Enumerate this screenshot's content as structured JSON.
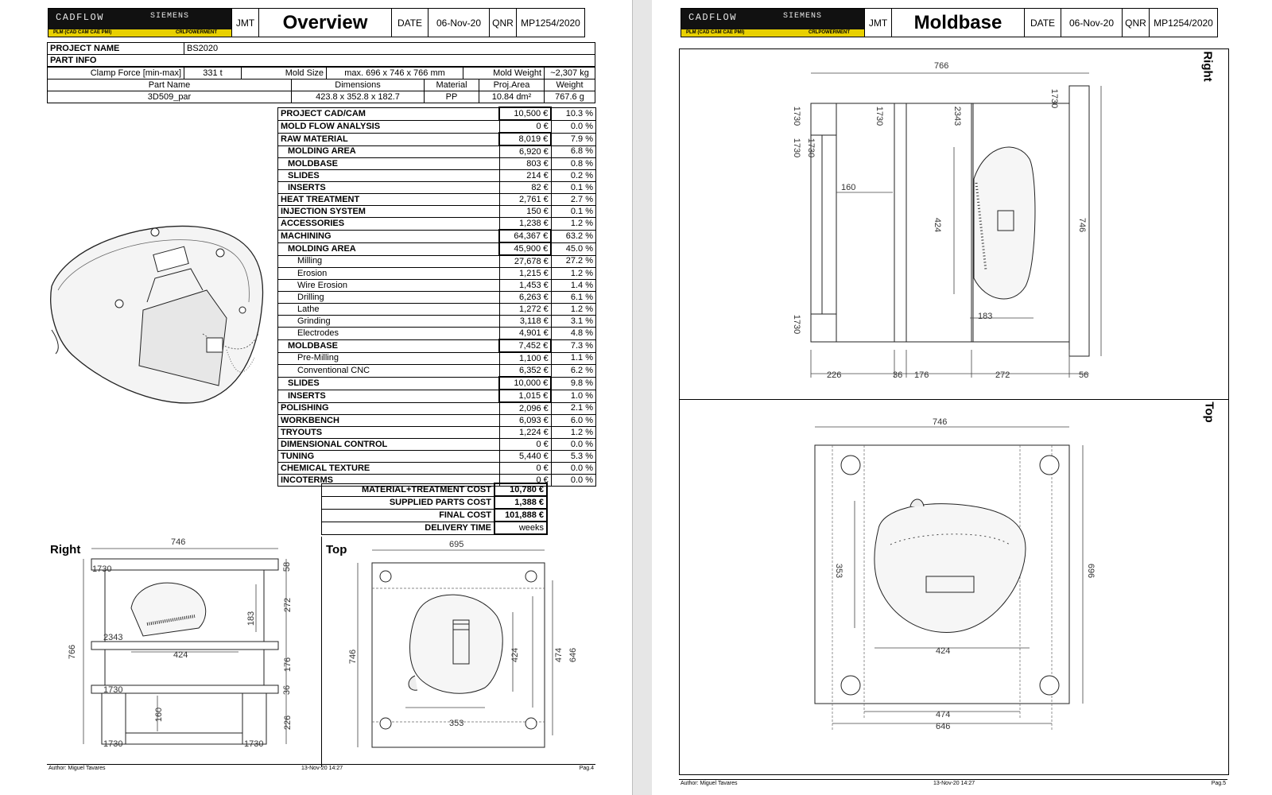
{
  "header_logo": {
    "brand": "CADFLOW",
    "partner": "SIEMENS",
    "tagline": "PLM (CAD CAM CAE PMI)",
    "tagline_right": "CRLPOWERMENT"
  },
  "left_header": {
    "company": "JMT",
    "title": "Overview",
    "date_label": "DATE",
    "date": "06-Nov-20",
    "qnr_label": "QNR",
    "qnr": "MP1254/2020"
  },
  "right_header": {
    "company": "JMT",
    "title": "Moldbase",
    "date_label": "DATE",
    "date": "06-Nov-20",
    "qnr_label": "QNR",
    "qnr": "MP1254/2020"
  },
  "project": {
    "name_label": "PROJECT NAME",
    "name": "BS2020",
    "part_info_label": "PART INFO"
  },
  "specs": {
    "clamp_label": "Clamp Force [min-max]",
    "clamp": "331 t",
    "mold_size_label": "Mold Size",
    "mold_size": "max. 696 x 746 x 766 mm",
    "mold_weight_label": "Mold Weight",
    "mold_weight": "~2,307 kg"
  },
  "part_table": {
    "headers": [
      "Part Name",
      "Dimensions",
      "Material",
      "Proj.Area",
      "Weight"
    ],
    "row": [
      "3D509_par",
      "423.8 x 352.8 x 182.7",
      "PP",
      "10.84 dm²",
      "767.6 g"
    ]
  },
  "cost_items": [
    {
      "name": "PROJECT CAD/CAM",
      "value": "10,500 €",
      "pct": "10.3 %",
      "level": "main",
      "boxed": true
    },
    {
      "name": "MOLD FLOW ANALYSIS",
      "value": "0 €",
      "pct": "0.0 %",
      "level": "main",
      "boxed": false
    },
    {
      "name": "RAW MATERIAL",
      "value": "8,019 €",
      "pct": "7.9 %",
      "level": "main",
      "boxed": true
    },
    {
      "name": "MOLDING AREA",
      "value": "6,920 €",
      "pct": "6.8 %",
      "level": "sub1",
      "boxed": false
    },
    {
      "name": "MOLDBASE",
      "value": "803 €",
      "pct": "0.8 %",
      "level": "sub1",
      "boxed": false
    },
    {
      "name": "SLIDES",
      "value": "214 €",
      "pct": "0.2 %",
      "level": "sub1",
      "boxed": false
    },
    {
      "name": "INSERTS",
      "value": "82 €",
      "pct": "0.1 %",
      "level": "sub1",
      "boxed": false
    },
    {
      "name": "HEAT TREATMENT",
      "value": "2,761 €",
      "pct": "2.7 %",
      "level": "main",
      "boxed": false
    },
    {
      "name": "INJECTION SYSTEM",
      "value": "150 €",
      "pct": "0.1 %",
      "level": "main",
      "boxed": false
    },
    {
      "name": "ACCESSORIES",
      "value": "1,238 €",
      "pct": "1.2 %",
      "level": "main",
      "boxed": false
    },
    {
      "name": "MACHINING",
      "value": "64,367 €",
      "pct": "63.2 %",
      "level": "main",
      "boxed": true
    },
    {
      "name": "MOLDING AREA",
      "value": "45,900 €",
      "pct": "45.0 %",
      "level": "sub1",
      "boxed": true
    },
    {
      "name": "Milling",
      "value": "27,678 €",
      "pct": "27.2 %",
      "level": "sub2",
      "boxed": false
    },
    {
      "name": "Erosion",
      "value": "1,215 €",
      "pct": "1.2 %",
      "level": "sub2",
      "boxed": false
    },
    {
      "name": "Wire Erosion",
      "value": "1,453 €",
      "pct": "1.4 %",
      "level": "sub2",
      "boxed": false
    },
    {
      "name": "Drilling",
      "value": "6,263 €",
      "pct": "6.1 %",
      "level": "sub2",
      "boxed": false
    },
    {
      "name": "Lathe",
      "value": "1,272 €",
      "pct": "1.2 %",
      "level": "sub2",
      "boxed": false
    },
    {
      "name": "Grinding",
      "value": "3,118 €",
      "pct": "3.1 %",
      "level": "sub2",
      "boxed": false
    },
    {
      "name": "Electrodes",
      "value": "4,901 €",
      "pct": "4.8 %",
      "level": "sub2",
      "boxed": false
    },
    {
      "name": "MOLDBASE",
      "value": "7,452 €",
      "pct": "7.3 %",
      "level": "sub1",
      "boxed": true
    },
    {
      "name": "Pre-Milling",
      "value": "1,100 €",
      "pct": "1.1 %",
      "level": "sub2",
      "boxed": false
    },
    {
      "name": "Conventional CNC",
      "value": "6,352 €",
      "pct": "6.2 %",
      "level": "sub2",
      "boxed": false
    },
    {
      "name": "SLIDES",
      "value": "10,000 €",
      "pct": "9.8 %",
      "level": "sub1",
      "boxed": true
    },
    {
      "name": "INSERTS",
      "value": "1,015 €",
      "pct": "1.0 %",
      "level": "sub1",
      "boxed": true
    },
    {
      "name": "POLISHING",
      "value": "2,096 €",
      "pct": "2.1 %",
      "level": "main",
      "boxed": false
    },
    {
      "name": "WORKBENCH",
      "value": "6,093 €",
      "pct": "6.0 %",
      "level": "main",
      "boxed": false
    },
    {
      "name": "TRYOUTS",
      "value": "1,224 €",
      "pct": "1.2 %",
      "level": "main",
      "boxed": false
    },
    {
      "name": "DIMENSIONAL CONTROL",
      "value": "0 €",
      "pct": "0.0 %",
      "level": "main",
      "boxed": false
    },
    {
      "name": "TUNING",
      "value": "5,440 €",
      "pct": "5.3 %",
      "level": "main",
      "boxed": false
    },
    {
      "name": "CHEMICAL TEXTURE",
      "value": "0 €",
      "pct": "0.0 %",
      "level": "main",
      "boxed": false
    },
    {
      "name": "INCOTERMS",
      "value": "0 €",
      "pct": "0.0 %",
      "level": "main",
      "boxed": false
    }
  ],
  "summary": [
    {
      "label": "MATERIAL+TREATMENT COST",
      "value": "10,780 €"
    },
    {
      "label": "SUPPLIED PARTS COST",
      "value": "1,388 €"
    },
    {
      "label": "FINAL COST",
      "value": "101,888 €"
    },
    {
      "label": "DELIVERY TIME",
      "value": "weeks"
    }
  ],
  "left_views": {
    "right_label": "Right",
    "top_label": "Top",
    "right_dims": {
      "w": "746",
      "h": "766",
      "plate": "1730",
      "d58": "58",
      "d272": "272",
      "d176": "176",
      "d36": "36",
      "d226": "226",
      "d183": "183",
      "d424": "424",
      "d160": "160",
      "d2343": "2343"
    },
    "top_dims": {
      "w": "695",
      "h": "746",
      "d424": "424",
      "d474": "474",
      "d646": "646",
      "d353": "353"
    }
  },
  "right_views": {
    "right_label": "Right",
    "top_label": "Top",
    "right_dims": {
      "w": "766",
      "h": "746",
      "plate": "1730",
      "d2343": "2343",
      "d160": "160",
      "d424": "424",
      "d183": "183",
      "d226": "226",
      "d36": "36",
      "d176": "176",
      "d272": "272",
      "d56": "56"
    },
    "top_dims": {
      "w": "746",
      "h": "696",
      "d353": "353",
      "d424": "424",
      "d474": "474",
      "d646": "646"
    }
  },
  "left_footer": {
    "author": "Author: Miguel Tavares",
    "timestamp": "13-Nov-20 14:27",
    "page": "Pag.4"
  },
  "right_footer": {
    "author": "Author: Miguel Tavares",
    "timestamp": "13-Nov-20 14:27",
    "page": "Pag.5"
  }
}
